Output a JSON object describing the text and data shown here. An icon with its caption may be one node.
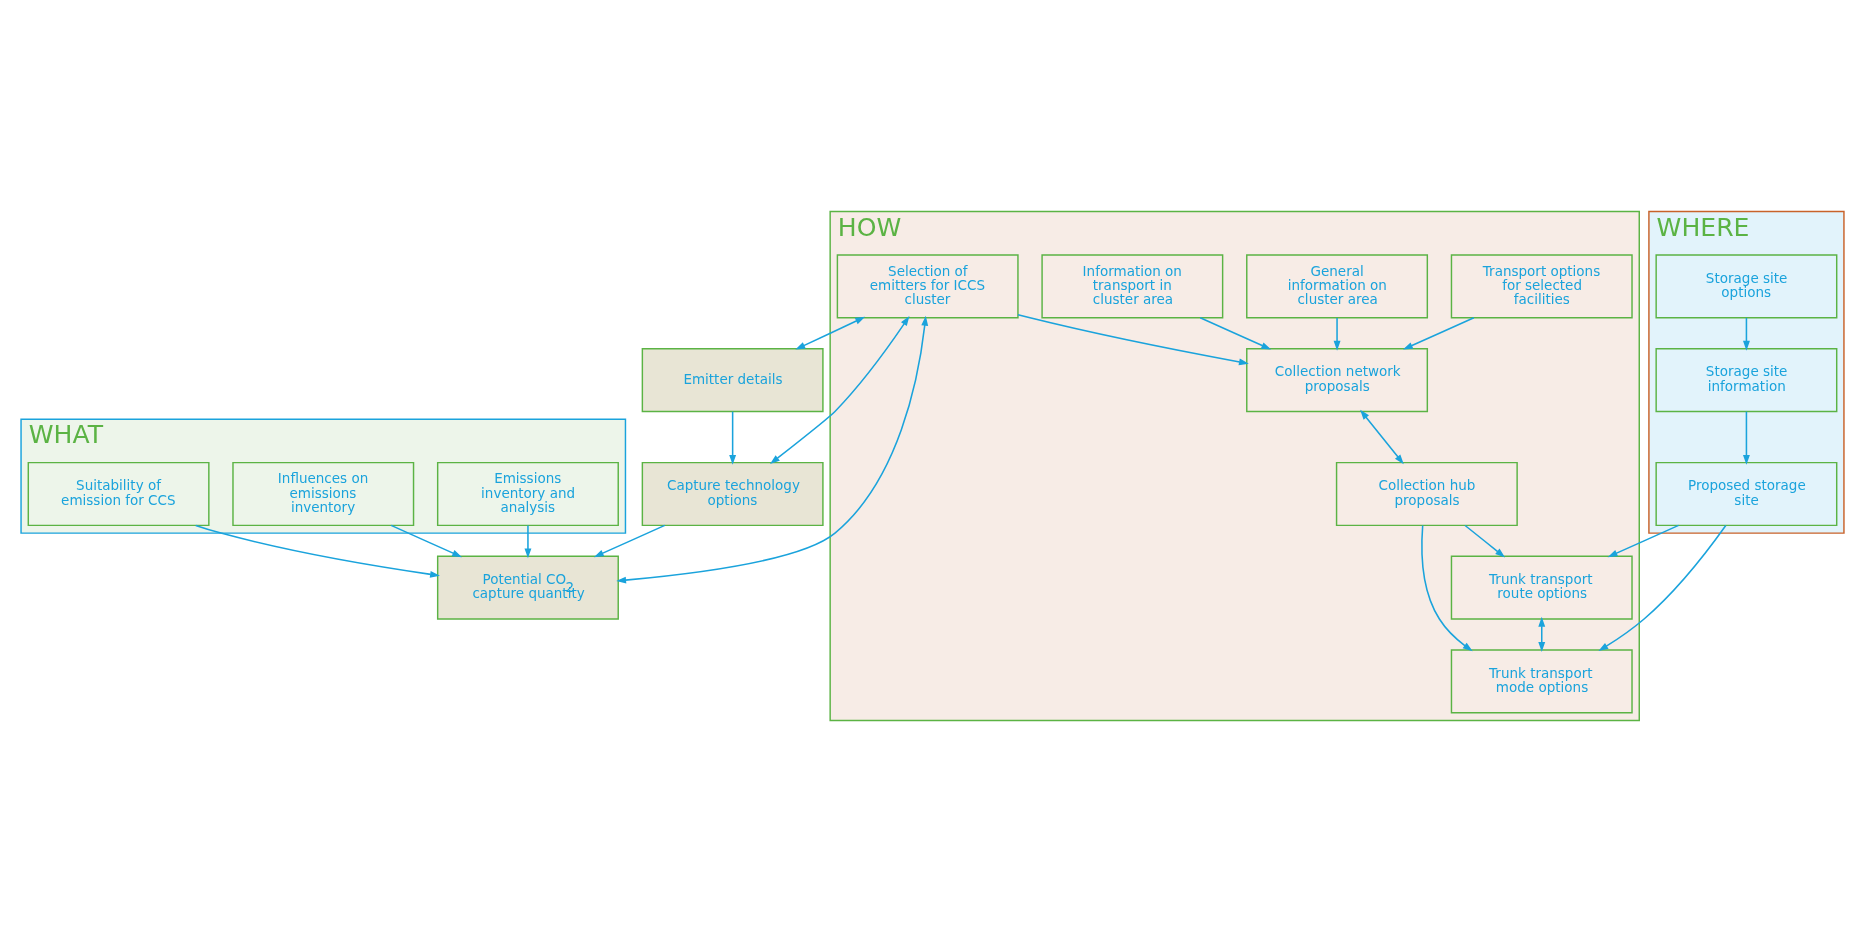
{
  "diagram": {
    "nodes": [
      {
        "text": [
          "WHAT"
        ]
      },
      {
        "text": [
          "Emissions inventory and analysis"
        ],
        "in": 0
      },
      {
        "text": [
          "Influences on emissions inventory"
        ],
        "in": 0
      },
      {
        "text": [
          "Suitability of emission for CCS"
        ],
        "in": 0
      },
      {
        "text": [
          "HOW"
        ]
      },
      {
        "text": [
          "Selection of emitters for ICCS cluster"
        ],
        "in": 4
      },
      {
        "text": [
          "Transport options for selected facilities"
        ],
        "in": 4
      },
      {
        "text": [
          "General information on cluster area"
        ],
        "in": 4
      },
      {
        "text": [
          "Information on transport in cluster area"
        ],
        "in": 4
      },
      {
        "text": [
          "Collection network proposals"
        ],
        "in": 4
      },
      {
        "text": [
          "Collection hub proposals"
        ],
        "in": 4
      },
      {
        "text": [
          "Trunk transport route options"
        ],
        "in": 4
      },
      {
        "text": [
          "Trunk transport mode options"
        ],
        "in": 4
      },
      {
        "text": [
          "WHERE"
        ]
      },
      {
        "text": [
          "Storage site options"
        ],
        "in": 13
      },
      {
        "text": [
          "Storage site information"
        ],
        "in": 13
      },
      {
        "text": [
          "Proposed storage site"
        ],
        "in": 13
      },
      {
        "text": [
          "Emitter details"
        ]
      },
      {
        "text": [
          "Capture technology options"
        ]
      },
      {
        "text": [
          "Potential CO$_{2}$ capture quantity"
        ]
      }
    ],
    "edges": [
      {
        "from": 1,
        "to": 19,
        "arrow": "to"
      },
      {
        "from": 2,
        "to": 19,
        "arrow": "to"
      },
      {
        "from": 3,
        "to": 19,
        "arrow": "to"
      },
      {
        "from": 5,
        "to": 17,
        "arrow": "both"
      },
      {
        "from": 5,
        "to": 18,
        "arrow": "both"
      },
      {
        "from": 5,
        "to": 19,
        "arrow": "both"
      },
      {
        "from": 17,
        "to": 18,
        "arrow": "to"
      },
      {
        "from": 18,
        "to": 19,
        "arrow": "to"
      },
      {
        "from": 5,
        "to": 9,
        "arrow": "to"
      },
      {
        "from": 6,
        "to": 9,
        "arrow": "to"
      },
      {
        "from": 7,
        "to": 9,
        "arrow": "to"
      },
      {
        "from": 8,
        "to": 9,
        "arrow": "to"
      },
      {
        "from": 9,
        "to": 10,
        "arrow": "both"
      },
      {
        "from": 10,
        "to": 11,
        "arrow": "to"
      },
      {
        "from": 10,
        "to": 12,
        "arrow": "to"
      },
      {
        "from": 11,
        "to": 12,
        "arrow": "both"
      },
      {
        "from": 14,
        "to": 15,
        "arrow": "to"
      },
      {
        "from": 15,
        "to": 16,
        "arrow": "to"
      },
      {
        "from": 16,
        "to": 11,
        "arrow": "to"
      },
      {
        "from": 16,
        "to": 12,
        "arrow": "to"
      }
    ]
  }
}
